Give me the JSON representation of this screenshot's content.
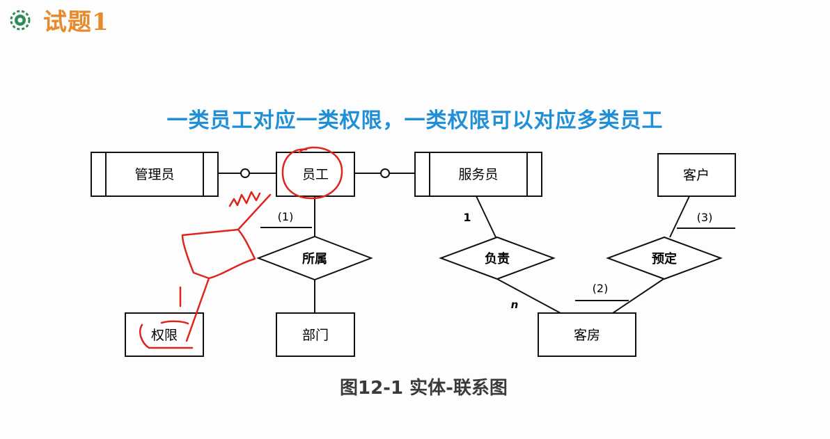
{
  "slide": {
    "title": "试题1",
    "headline": "一类员工对应一类权限，一类权限可以对应多类员工",
    "caption": "图12-1  实体-联系图"
  },
  "diagram": {
    "entities": {
      "manager": "管理员",
      "employee": "员工",
      "service_staff": "服务员",
      "customer": "客户",
      "permission": "权限",
      "department": "部门",
      "guest_room": "客房"
    },
    "relationships": {
      "belongs_to": "所属",
      "responsible_for": "负责",
      "reserve": "预定"
    },
    "labels": {
      "blank1": "(1)",
      "blank2": "(2)",
      "blank3": "(3)",
      "card_one": "1",
      "card_n": "n"
    }
  },
  "colors": {
    "title": "#e8892b",
    "headline": "#1f8fd8",
    "annotation": "#e0241b",
    "line": "#111111"
  }
}
